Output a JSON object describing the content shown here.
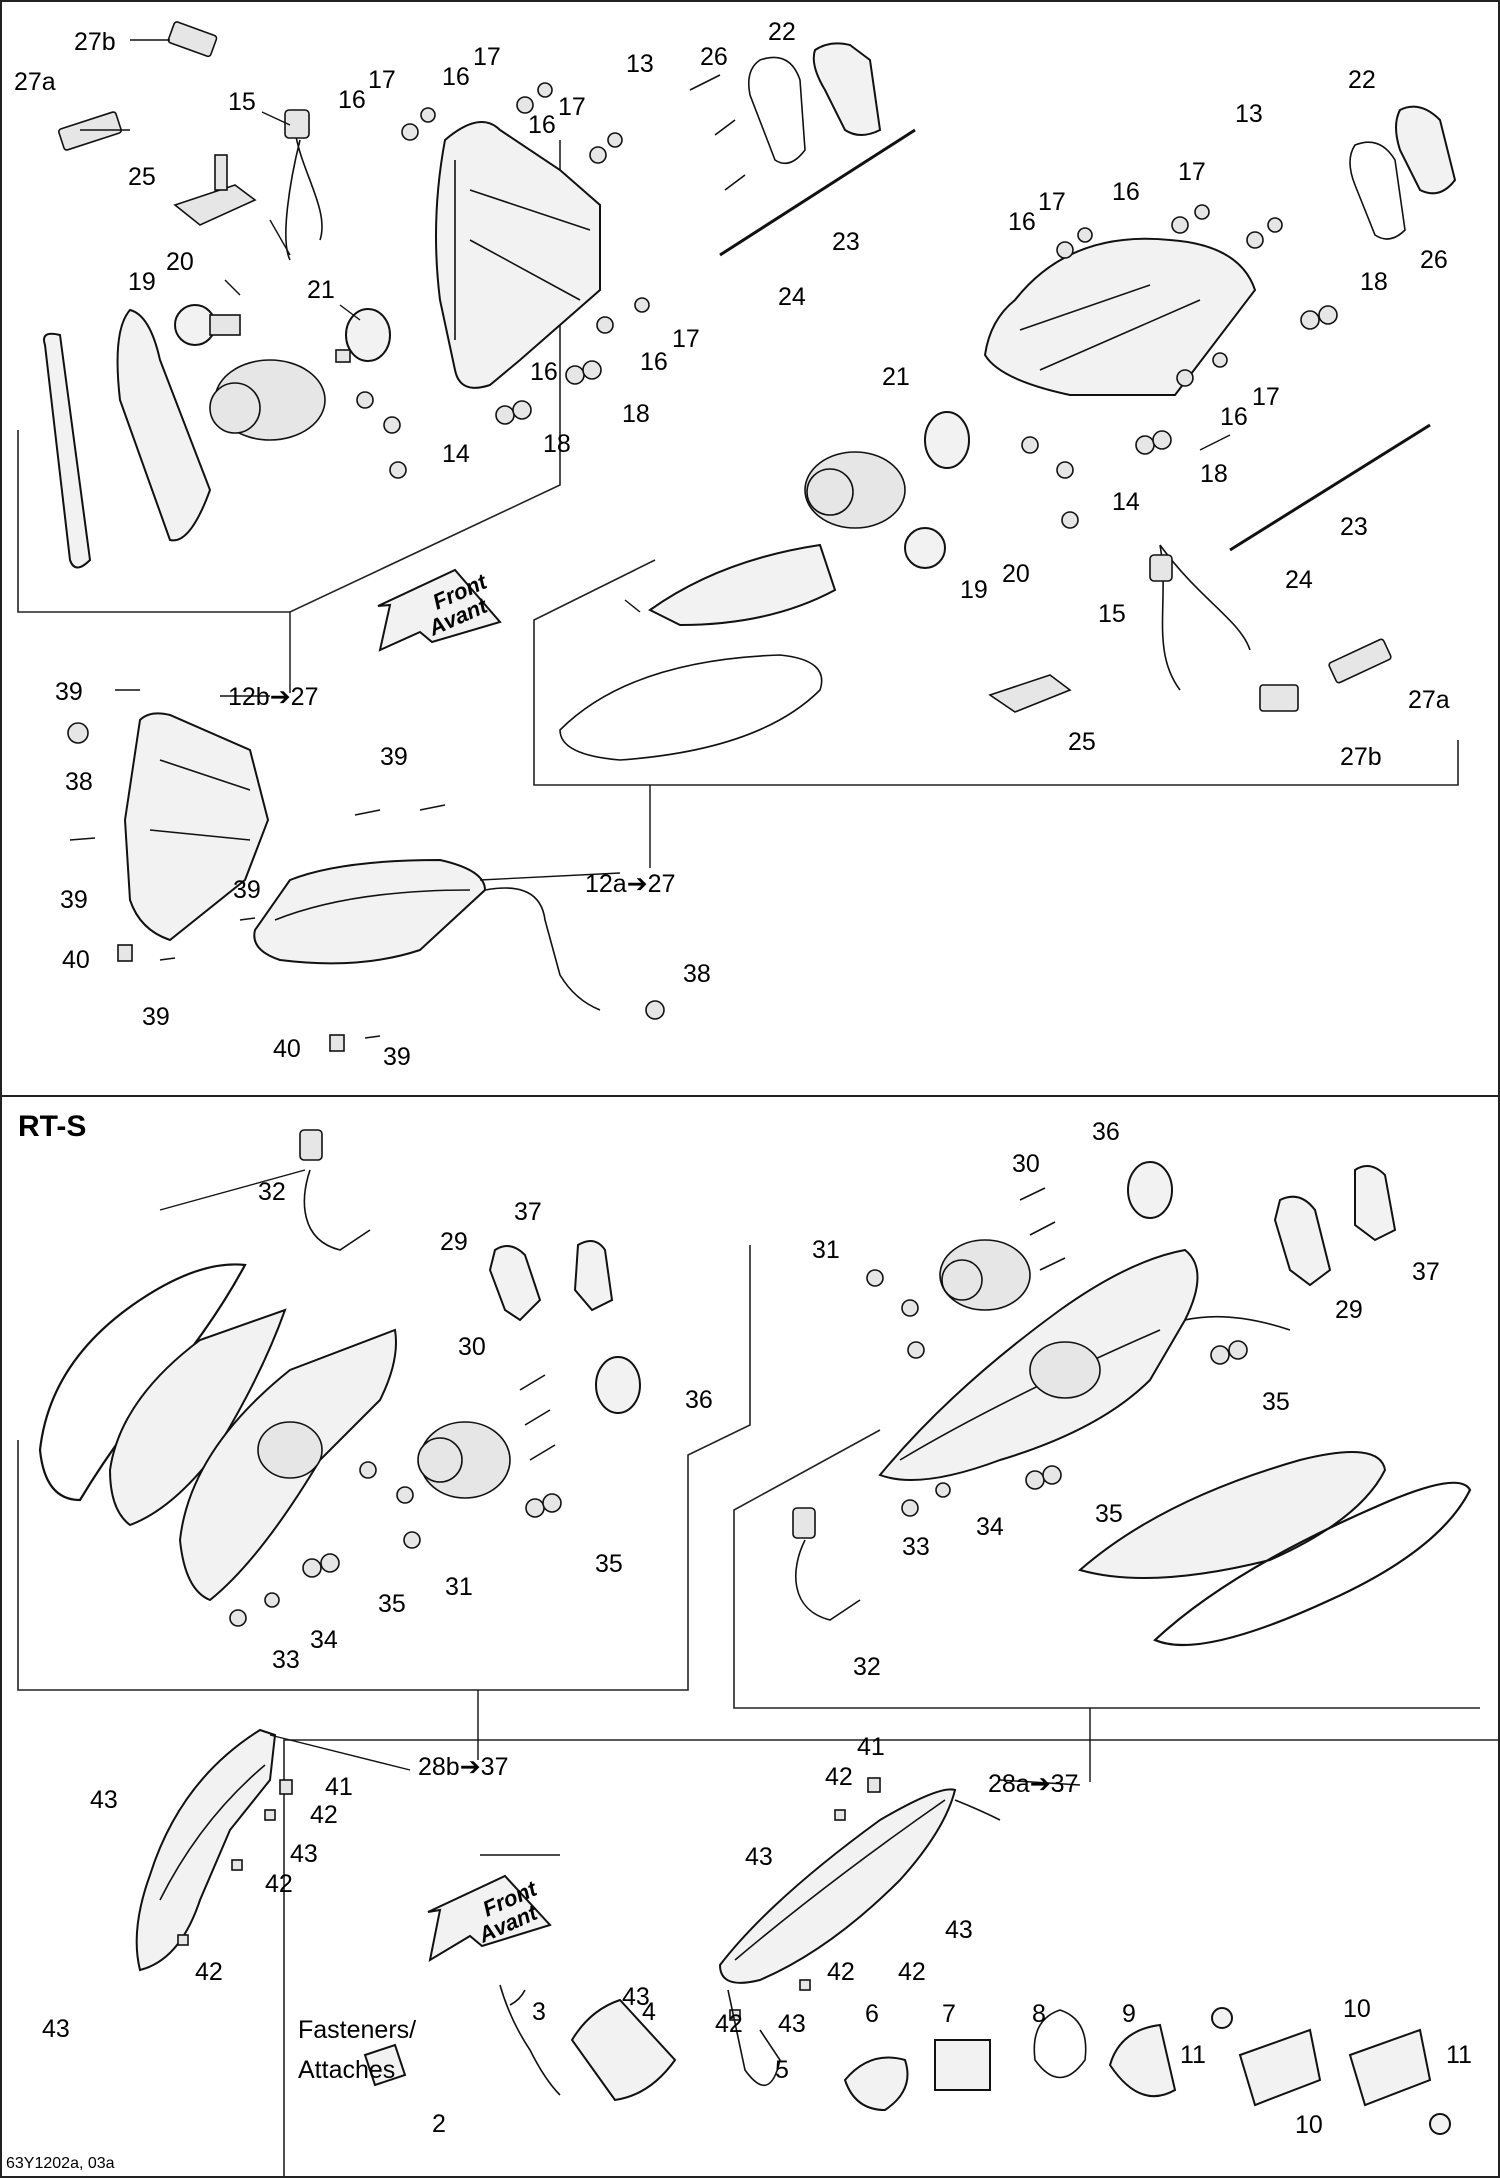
{
  "sections": {
    "rts_title": "RT-S",
    "fasteners_title_line1": "Fasteners/",
    "fasteners_title_line2": "Attaches"
  },
  "front_arrow": {
    "line1": "Front",
    "line2": "Avant"
  },
  "assembly_callouts": {
    "rt_left_12b": "12b➔27",
    "rt_right_12a": "12a➔27",
    "rts_left_28b": "28b➔37",
    "rts_right_28a": "28a➔37"
  },
  "callouts_rt_left": [
    "27b",
    "27a",
    "15",
    "25",
    "20",
    "19",
    "21",
    "17",
    "16",
    "17",
    "16",
    "17",
    "16",
    "13",
    "26",
    "22",
    "23",
    "24",
    "16",
    "17",
    "16",
    "18",
    "18",
    "14"
  ],
  "callouts_rt_right": [
    "22",
    "13",
    "26",
    "17",
    "16",
    "17",
    "16",
    "18",
    "21",
    "14",
    "18",
    "16",
    "17",
    "23",
    "24",
    "19",
    "20",
    "15",
    "25",
    "27a",
    "27b"
  ],
  "callouts_rt_assembly": [
    "39",
    "38",
    "39",
    "39",
    "39",
    "40",
    "39",
    "38",
    "40",
    "39"
  ],
  "callouts_rts_left": [
    "32",
    "37",
    "29",
    "30",
    "36",
    "35",
    "31",
    "35",
    "34",
    "33"
  ],
  "callouts_rts_right": [
    "36",
    "30",
    "31",
    "29",
    "37",
    "35",
    "33",
    "34",
    "35",
    "32"
  ],
  "callouts_rts_assembly": [
    "43",
    "41",
    "42",
    "43",
    "42",
    "43",
    "42",
    "41",
    "42",
    "43",
    "43",
    "42",
    "42",
    "42",
    "43",
    "43"
  ],
  "fastener_items": [
    "2",
    "3",
    "4",
    "5",
    "6",
    "7",
    "8",
    "9",
    "11",
    "10",
    "10",
    "11"
  ],
  "figure_code": "63Y1202a, 03a"
}
